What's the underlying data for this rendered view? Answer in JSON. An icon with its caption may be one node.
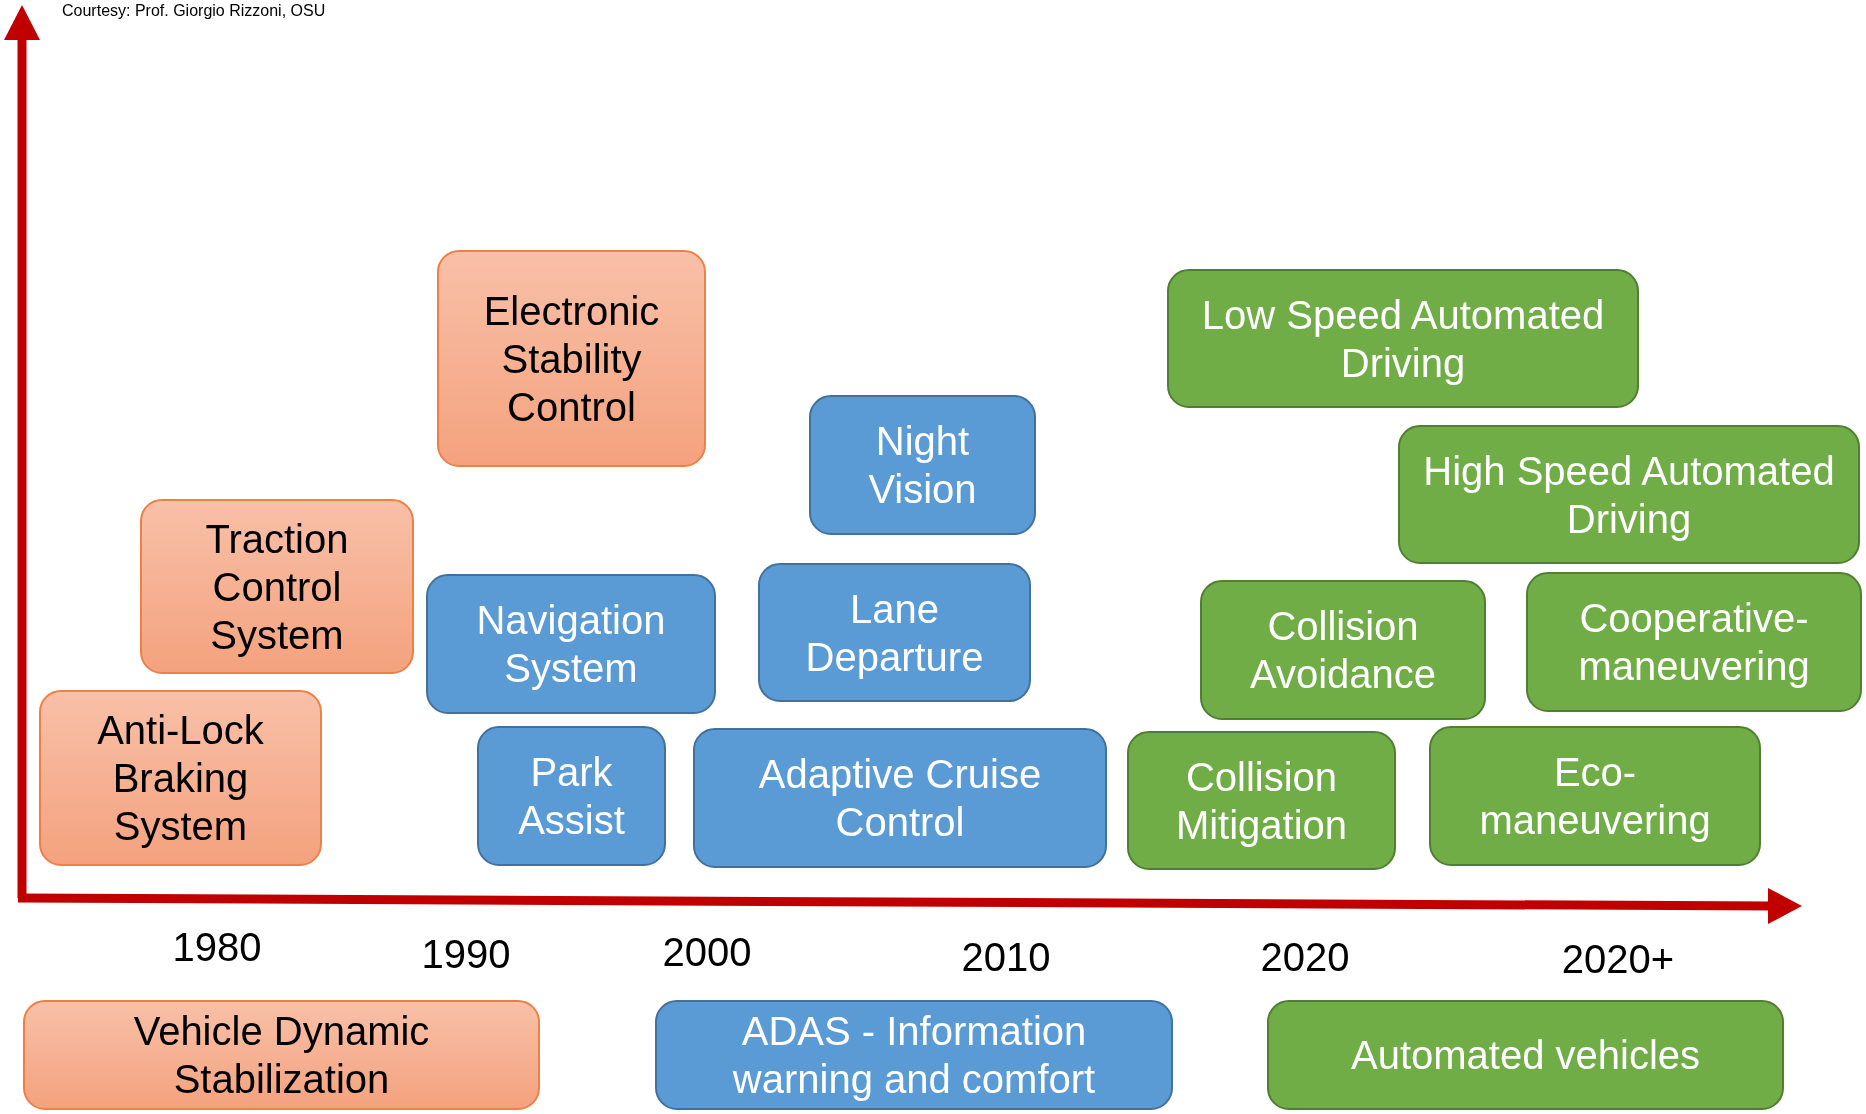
{
  "diagram": {
    "nodes": [
      {
        "text": [
          "Electronic Stability Control"
        ]
      },
      {
        "text": [
          "Traction Control System"
        ]
      },
      {
        "text": [
          "Anti-Lock Braking System"
        ]
      },
      {
        "text": [
          "Navigation System"
        ]
      },
      {
        "text": [
          "Park Assist"
        ]
      },
      {
        "text": [
          "Night Vision"
        ]
      },
      {
        "text": [
          "Lane Departure"
        ]
      },
      {
        "text": [
          "Adaptive Cruise Control"
        ]
      },
      {
        "text": [
          "Low Speed Automated Driving"
        ]
      },
      {
        "text": [
          "High Speed Automated Driving"
        ]
      },
      {
        "text": [
          "Collision Avoidance"
        ]
      },
      {
        "text": [
          "Cooperative-maneuvering"
        ]
      },
      {
        "text": [
          "Collision Mitigation"
        ]
      },
      {
        "text": [
          "Eco-maneuvering"
        ]
      },
      {
        "text": [
          "Vehicle Dynamic Stabilization"
        ]
      },
      {
        "text": [
          "ADAS - Information warning and comfort"
        ]
      },
      {
        "text": [
          "Automated vehicles"
        ]
      }
    ],
    "labels": [
      "Courtesy: Prof. Giorgio Rizzoni, OSU",
      "1980",
      "1990",
      "2000",
      "2010",
      "2020",
      "2020+"
    ]
  }
}
